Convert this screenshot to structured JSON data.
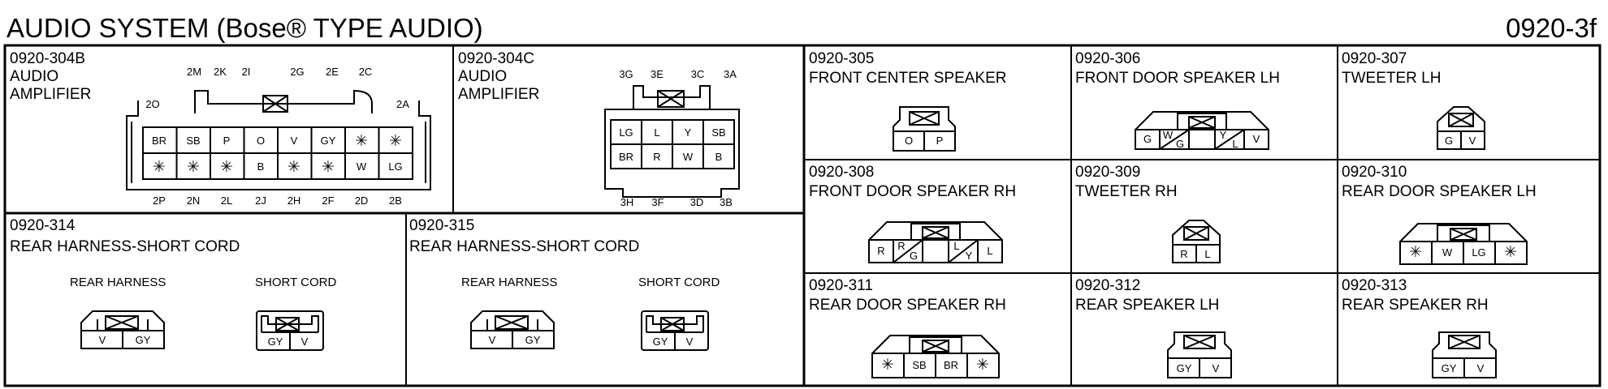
{
  "title": "AUDIO SYSTEM (Bose® TYPE AUDIO)",
  "code": "0920-3f",
  "c304b": {
    "id": "0920-304B",
    "name1": "AUDIO",
    "name2": "AMPLIFIER",
    "top_labels": [
      "2M",
      "2K",
      "2I",
      "2G",
      "2E",
      "2C"
    ],
    "left_label": "2O",
    "right_label": "2A",
    "row1": [
      "BR",
      "SB",
      "P",
      "O",
      "V",
      "GY",
      "✳",
      "✳"
    ],
    "row2": [
      "✳",
      "✳",
      "✳",
      "B",
      "✳",
      "✳",
      "W",
      "LG"
    ],
    "bottom_labels": [
      "2P",
      "2N",
      "2L",
      "2J",
      "2H",
      "2F",
      "2D",
      "2B"
    ]
  },
  "c304c": {
    "id": "0920-304C",
    "name1": "AUDIO",
    "name2": "AMPLIFIER",
    "top_labels": [
      "3G",
      "3E",
      "3C",
      "3A"
    ],
    "row1": [
      "LG",
      "L",
      "Y",
      "SB"
    ],
    "row2": [
      "BR",
      "R",
      "W",
      "B"
    ],
    "bottom_labels": [
      "3H",
      "3F",
      "3D",
      "3B"
    ]
  },
  "c314": {
    "id": "0920-314",
    "name": "REAR HARNESS-SHORT CORD",
    "sub1": "REAR HARNESS",
    "sub2": "SHORT CORD",
    "pins1": [
      "V",
      "GY"
    ],
    "pins2": [
      "GY",
      "V"
    ]
  },
  "c315": {
    "id": "0920-315",
    "name": "REAR HARNESS-SHORT CORD",
    "sub1": "REAR HARNESS",
    "sub2": "SHORT CORD",
    "pins1": [
      "V",
      "GY"
    ],
    "pins2": [
      "GY",
      "V"
    ]
  },
  "c305": {
    "id": "0920-305",
    "name": "FRONT CENTER SPEAKER",
    "pins": [
      "O",
      "P"
    ]
  },
  "c306": {
    "id": "0920-306",
    "name": "FRONT DOOR SPEAKER LH",
    "pins": [
      "G",
      "W",
      "G",
      "Y",
      "L",
      "V"
    ]
  },
  "c307": {
    "id": "0920-307",
    "name": "TWEETER LH",
    "pins": [
      "G",
      "V"
    ]
  },
  "c308": {
    "id": "0920-308",
    "name": "FRONT DOOR SPEAKER RH",
    "pins": [
      "R",
      "R",
      "G",
      "L",
      "Y",
      "L"
    ]
  },
  "c309": {
    "id": "0920-309",
    "name": "TWEETER RH",
    "pins": [
      "R",
      "L"
    ]
  },
  "c310": {
    "id": "0920-310",
    "name": "REAR DOOR SPEAKER LH",
    "pins": [
      "✳",
      "W",
      "LG",
      "✳"
    ]
  },
  "c311": {
    "id": "0920-311",
    "name": "REAR DOOR SPEAKER RH",
    "pins": [
      "✳",
      "SB",
      "BR",
      "✳"
    ]
  },
  "c312": {
    "id": "0920-312",
    "name": "REAR SPEAKER LH",
    "pins": [
      "GY",
      "V"
    ]
  },
  "c313": {
    "id": "0920-313",
    "name": "REAR SPEAKER RH",
    "pins": [
      "GY",
      "V"
    ]
  }
}
